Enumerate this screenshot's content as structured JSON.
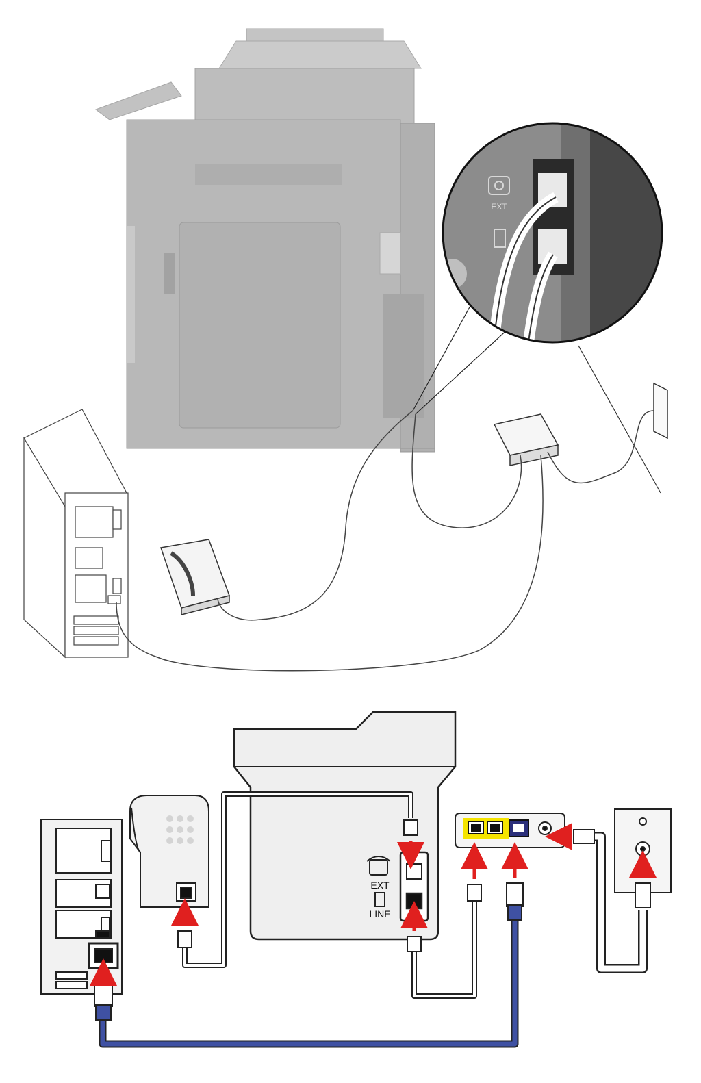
{
  "labels": {
    "inset_ext": "EXT",
    "bottom_ext": "EXT",
    "bottom_line": "LINE"
  },
  "colors": {
    "printer_gray": "#b9b9b9",
    "arrow_red": "#e0201f",
    "ethernet_blue": "#3f51a3",
    "port_yellow": "#f5e400",
    "port_blue": "#2b2f7a",
    "outline": "#222222",
    "device_fill": "#efefef"
  },
  "icons": [
    "telephone-icon",
    "phone-line-icon",
    "arrow-icon",
    "coax-connector-icon"
  ]
}
